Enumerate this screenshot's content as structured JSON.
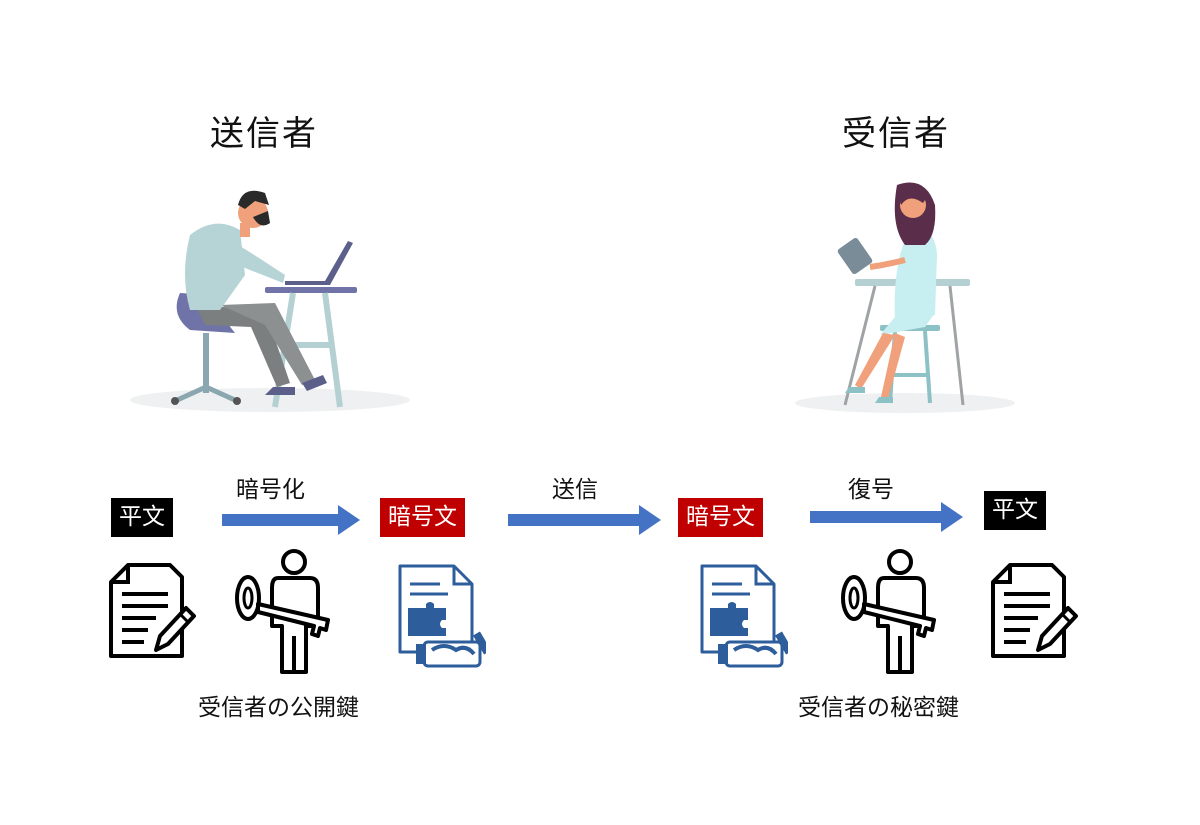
{
  "sender": {
    "title": "送信者"
  },
  "receiver": {
    "title": "受信者"
  },
  "flow": {
    "plaintext_left": "平文",
    "encrypt_label": "暗号化",
    "ciphertext_left": "暗号文",
    "send_label": "送信",
    "ciphertext_right": "暗号文",
    "decrypt_label": "復号",
    "plaintext_right": "平文"
  },
  "keys": {
    "public_key": "受信者の公開鍵",
    "private_key": "受信者の秘密鍵"
  },
  "colors": {
    "arrow": "#4472c4",
    "plaintext_tag": "#000000",
    "ciphertext_tag": "#c00000",
    "cipher_doc_icon": "#2e5d9c"
  }
}
